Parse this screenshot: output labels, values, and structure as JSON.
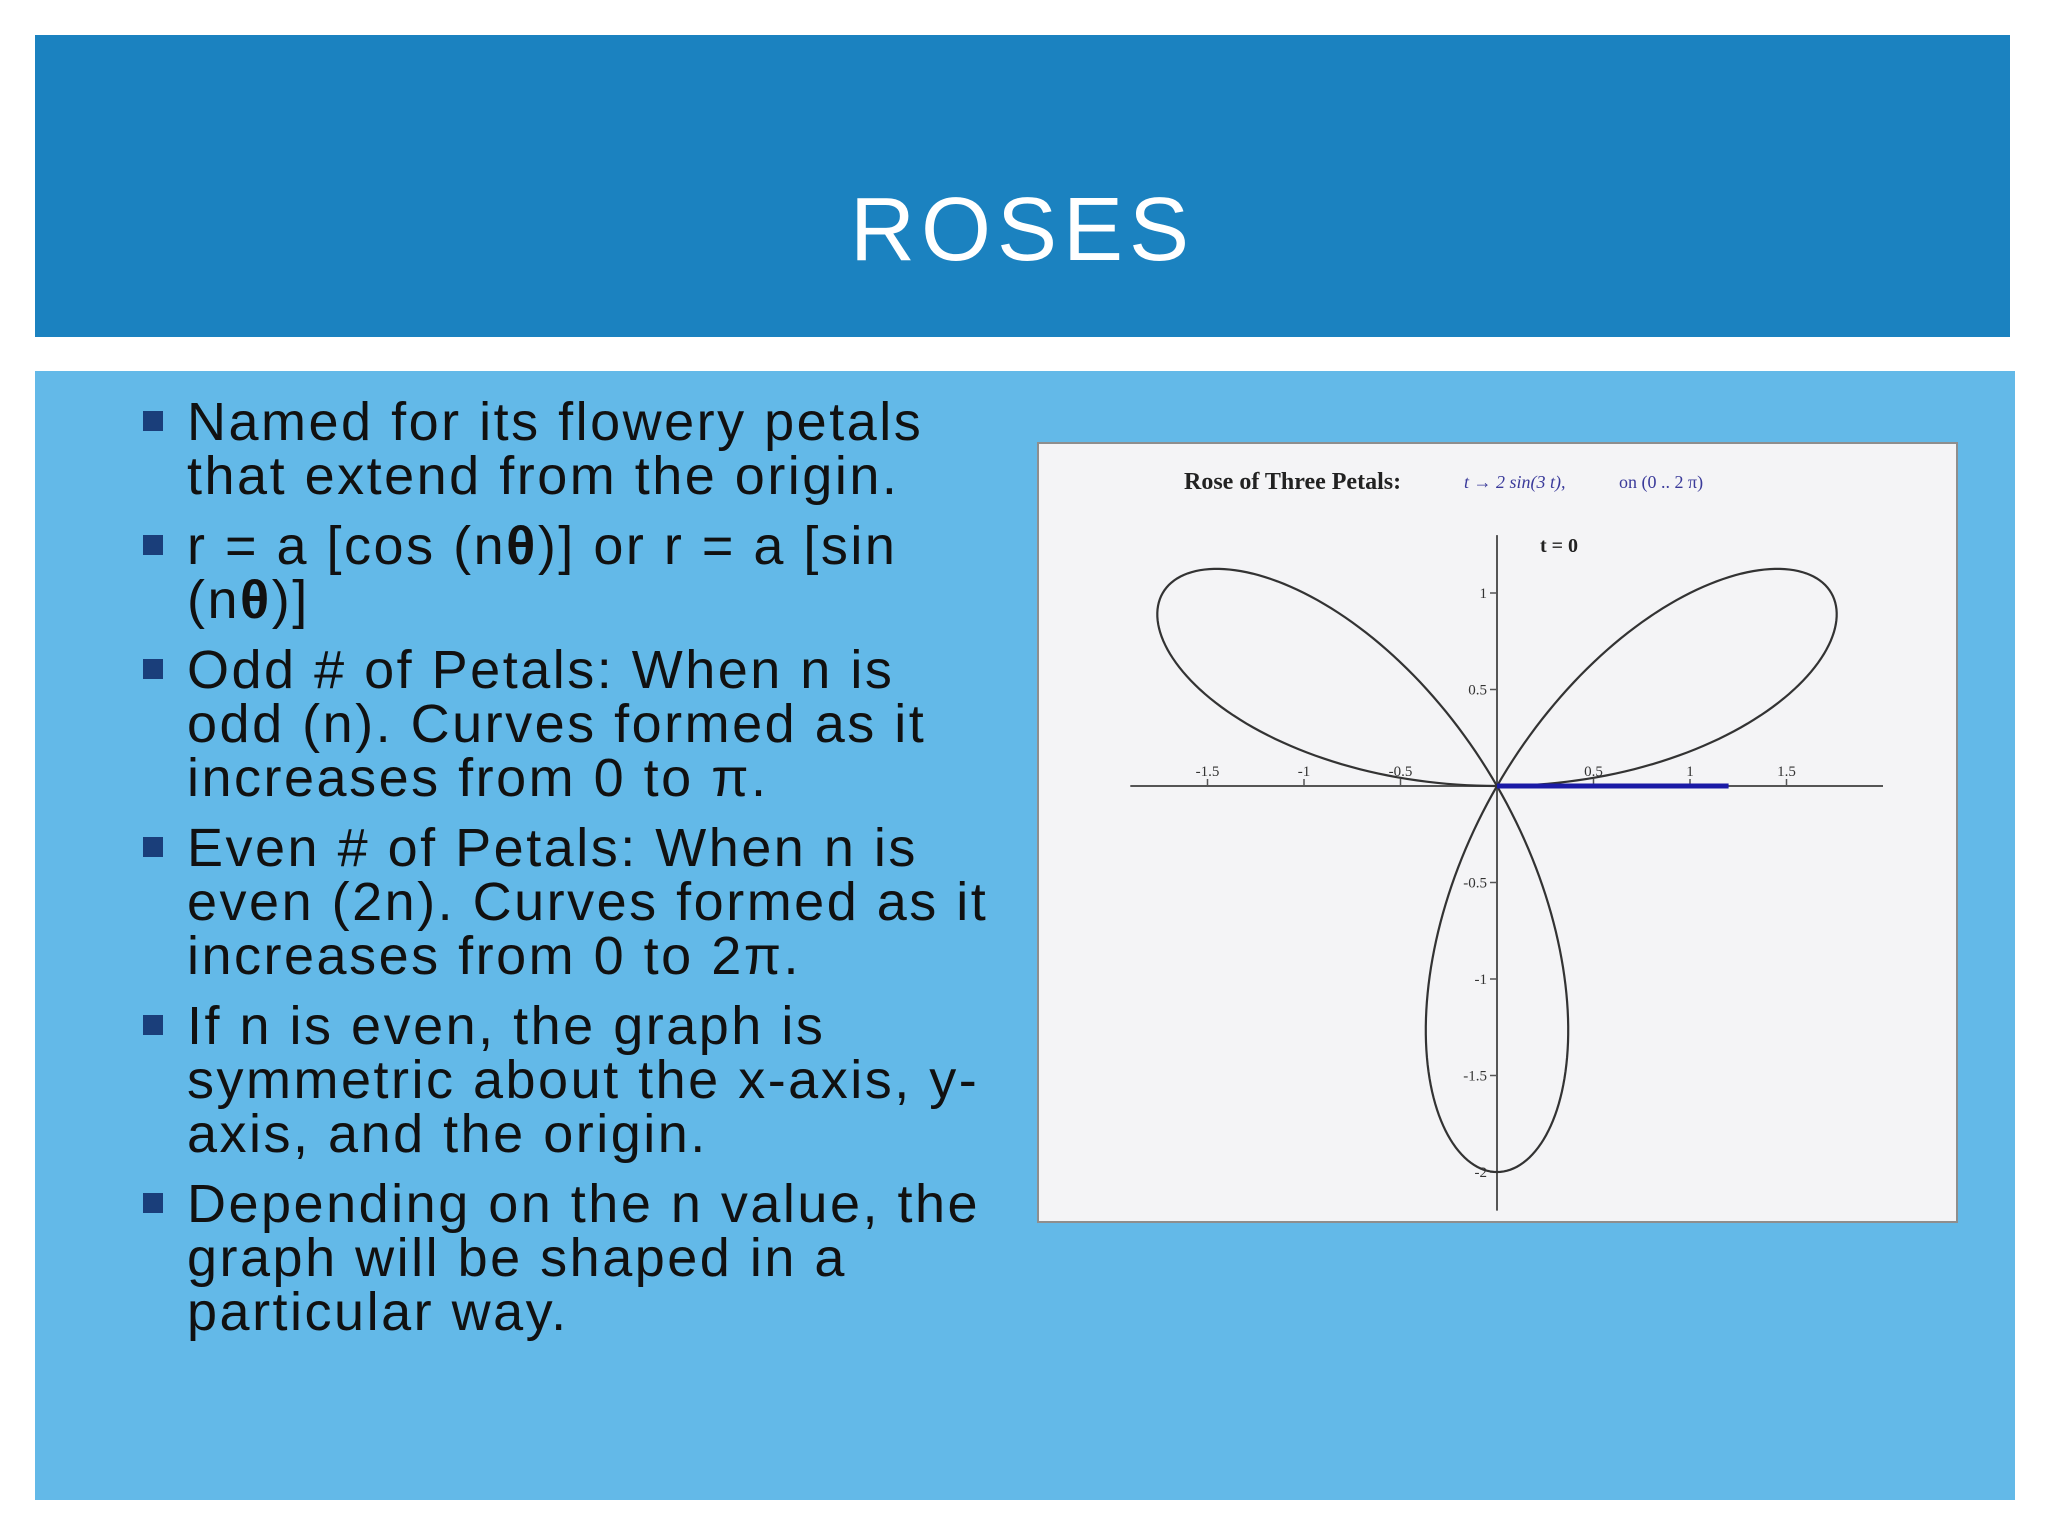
{
  "slide": {
    "title": "ROSES",
    "colors": {
      "title_band": "#1b82c0",
      "content_band": "#63b9e8",
      "bullet": "#1a3e7a",
      "chart_bg": "#f4f4f6",
      "curve": "#333333",
      "trace": "#1a1aa6"
    },
    "bullets": [
      {
        "parts": [
          {
            "t": "Named for its flowery petals that extend from the origin.",
            "b": false
          }
        ]
      },
      {
        "parts": [
          {
            "t": "r = a [cos (n",
            "b": false
          },
          {
            "t": "θ",
            "b": true
          },
          {
            "t": ")] or r = a [sin (n",
            "b": false
          },
          {
            "t": "θ",
            "b": true
          },
          {
            "t": ")]",
            "b": false
          }
        ]
      },
      {
        "parts": [
          {
            "t": "Odd # of Petals: When n is odd (n). Curves formed as it increases from 0 to π.",
            "b": false
          }
        ]
      },
      {
        "parts": [
          {
            "t": "Even # of Petals: When n is even (2n). Curves formed as it increases from 0 to 2π.",
            "b": false
          }
        ]
      },
      {
        "parts": [
          {
            "t": "If n is even, the graph is symmetric about the x-axis, y-axis, and the origin.",
            "b": false
          }
        ]
      },
      {
        "parts": [
          {
            "t": "Depending on the n value, the graph will be shaped in a particular way.",
            "b": false
          }
        ]
      }
    ]
  },
  "chart_data": {
    "type": "line",
    "title": "Rose of Three Petals:",
    "formula": "t → 2 sin(3 t),",
    "domain_label": "on  (0 .. 2 π)",
    "annotation": "t = 0",
    "polar": {
      "a": 2,
      "n": 3,
      "function": "sin",
      "theta_range": [
        0,
        6.2832
      ]
    },
    "xlim": [
      -1.9,
      2.0
    ],
    "ylim": [
      -2.2,
      1.3
    ],
    "x_ticks": [
      {
        "v": -1.5,
        "label": "-1.5"
      },
      {
        "v": -1,
        "label": "-1"
      },
      {
        "v": -0.5,
        "label": "-0.5"
      },
      {
        "v": 0.5,
        "label": "0.5"
      },
      {
        "v": 1,
        "label": "1"
      },
      {
        "v": 1.5,
        "label": "1.5"
      }
    ],
    "y_ticks": [
      {
        "v": 1,
        "label": "1"
      },
      {
        "v": 0.5,
        "label": "0.5"
      },
      {
        "v": -0.5,
        "label": "-0.5"
      },
      {
        "v": -1,
        "label": "-1"
      },
      {
        "v": -1.5,
        "label": "-1.5"
      },
      {
        "v": -2,
        "label": "-2"
      }
    ],
    "trace_segment": {
      "x": [
        0,
        1.2
      ],
      "y": [
        0,
        0
      ]
    },
    "grid": false
  }
}
